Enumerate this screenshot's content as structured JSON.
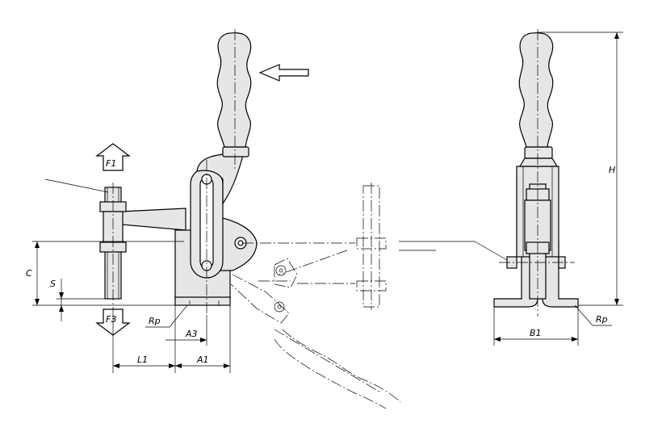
{
  "labels": {
    "force_up": "F1",
    "force_down": "F3",
    "dim_c": "C",
    "dim_s": "S",
    "dim_l1": "L1",
    "dim_a1": "A1",
    "dim_a3": "A3",
    "dim_rp_left": "Rp",
    "dim_rp_right": "Rp",
    "dim_b1": "B1",
    "dim_h": "H"
  }
}
